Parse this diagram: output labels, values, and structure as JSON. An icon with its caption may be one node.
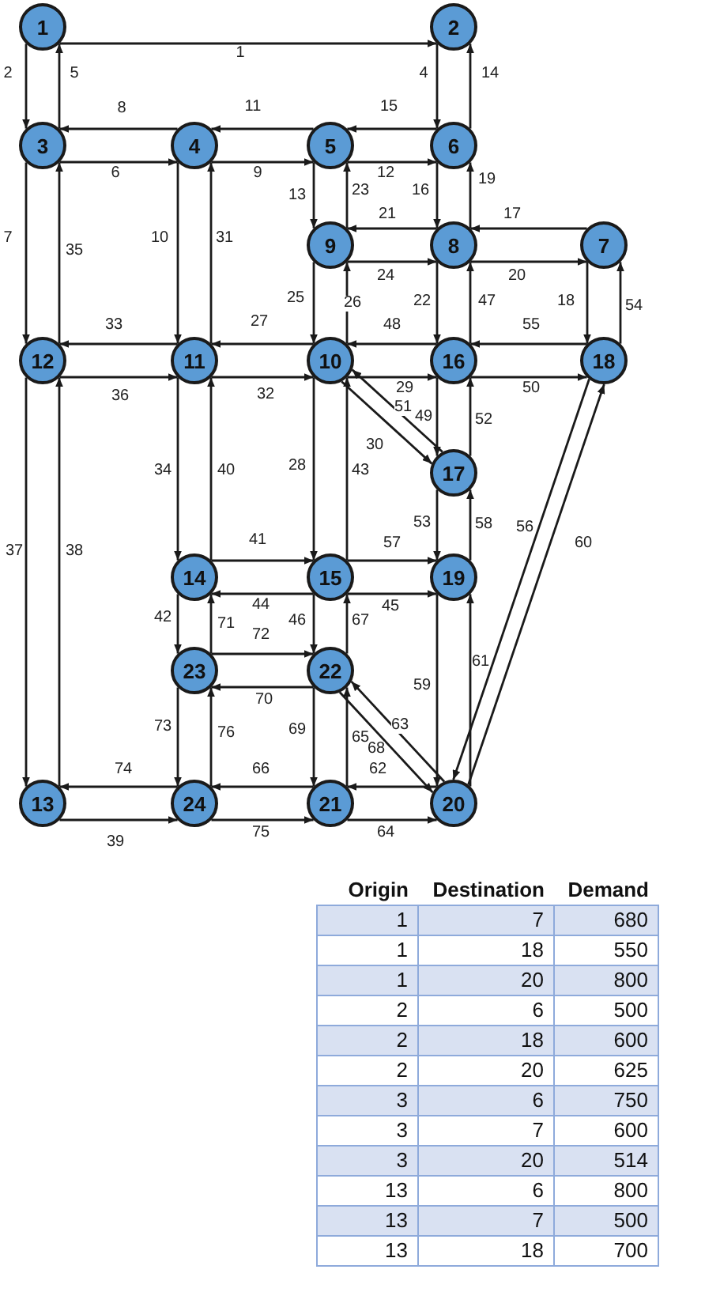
{
  "diagram": {
    "nodes": [
      {
        "text": [
          "1"
        ]
      },
      {
        "text": [
          "2"
        ]
      },
      {
        "text": [
          "3"
        ]
      },
      {
        "text": [
          "4"
        ]
      },
      {
        "text": [
          "5"
        ]
      },
      {
        "text": [
          "6"
        ]
      },
      {
        "text": [
          "9"
        ]
      },
      {
        "text": [
          "8"
        ]
      },
      {
        "text": [
          "7"
        ]
      },
      {
        "text": [
          "12"
        ]
      },
      {
        "text": [
          "11"
        ]
      },
      {
        "text": [
          "10"
        ]
      },
      {
        "text": [
          "16"
        ]
      },
      {
        "text": [
          "18"
        ]
      },
      {
        "text": [
          "17"
        ]
      },
      {
        "text": [
          "14"
        ]
      },
      {
        "text": [
          "15"
        ]
      },
      {
        "text": [
          "19"
        ]
      },
      {
        "text": [
          "23"
        ]
      },
      {
        "text": [
          "22"
        ]
      },
      {
        "text": [
          "13"
        ]
      },
      {
        "text": [
          "24"
        ]
      },
      {
        "text": [
          "21"
        ]
      },
      {
        "text": [
          "20"
        ]
      }
    ],
    "edges": [
      {
        "from": 0,
        "to": 1,
        "arrow": "to",
        "label": "1"
      },
      {
        "from": 0,
        "to": 2,
        "arrow": "to",
        "label": "2"
      },
      {
        "from": 1,
        "to": 5,
        "arrow": "to",
        "label": "4"
      },
      {
        "from": 2,
        "to": 0,
        "arrow": "to",
        "label": "5"
      },
      {
        "from": 2,
        "to": 3,
        "arrow": "to",
        "label": "6"
      },
      {
        "from": 2,
        "to": 9,
        "arrow": "to",
        "label": "7"
      },
      {
        "from": 3,
        "to": 2,
        "arrow": "to",
        "label": "8"
      },
      {
        "from": 3,
        "to": 4,
        "arrow": "to",
        "label": "9"
      },
      {
        "from": 3,
        "to": 10,
        "arrow": "to",
        "label": "10"
      },
      {
        "from": 4,
        "to": 3,
        "arrow": "to",
        "label": "11"
      },
      {
        "from": 4,
        "to": 5,
        "arrow": "to",
        "label": "12"
      },
      {
        "from": 4,
        "to": 6,
        "arrow": "to",
        "label": "13"
      },
      {
        "from": 5,
        "to": 1,
        "arrow": "to",
        "label": "14"
      },
      {
        "from": 5,
        "to": 4,
        "arrow": "to",
        "label": "15"
      },
      {
        "from": 5,
        "to": 7,
        "arrow": "to",
        "label": "16"
      },
      {
        "from": 8,
        "to": 7,
        "arrow": "to",
        "label": "17"
      },
      {
        "from": 8,
        "to": 13,
        "arrow": "to",
        "label": "18"
      },
      {
        "from": 7,
        "to": 5,
        "arrow": "to",
        "label": "19"
      },
      {
        "from": 7,
        "to": 8,
        "arrow": "to",
        "label": "20"
      },
      {
        "from": 7,
        "to": 6,
        "arrow": "to",
        "label": "21"
      },
      {
        "from": 7,
        "to": 12,
        "arrow": "to",
        "label": "22"
      },
      {
        "from": 6,
        "to": 4,
        "arrow": "to",
        "label": "23"
      },
      {
        "from": 6,
        "to": 7,
        "arrow": "to",
        "label": "24"
      },
      {
        "from": 6,
        "to": 11,
        "arrow": "to",
        "label": "25"
      },
      {
        "from": 11,
        "to": 6,
        "arrow": "to",
        "label": "26"
      },
      {
        "from": 11,
        "to": 10,
        "arrow": "to",
        "label": "27"
      },
      {
        "from": 11,
        "to": 16,
        "arrow": "to",
        "label": "28"
      },
      {
        "from": 11,
        "to": 12,
        "arrow": "to",
        "label": "29"
      },
      {
        "from": 11,
        "to": 14,
        "arrow": "to",
        "label": "30"
      },
      {
        "from": 10,
        "to": 3,
        "arrow": "to",
        "label": "31"
      },
      {
        "from": 10,
        "to": 11,
        "arrow": "to",
        "label": "32"
      },
      {
        "from": 10,
        "to": 9,
        "arrow": "to",
        "label": "33"
      },
      {
        "from": 10,
        "to": 15,
        "arrow": "to",
        "label": "34"
      },
      {
        "from": 9,
        "to": 2,
        "arrow": "to",
        "label": "35"
      },
      {
        "from": 9,
        "to": 10,
        "arrow": "to",
        "label": "36"
      },
      {
        "from": 9,
        "to": 20,
        "arrow": "to",
        "label": "37"
      },
      {
        "from": 20,
        "to": 9,
        "arrow": "to",
        "label": "38"
      },
      {
        "from": 20,
        "to": 21,
        "arrow": "to",
        "label": "39"
      },
      {
        "from": 15,
        "to": 10,
        "arrow": "to",
        "label": "40"
      },
      {
        "from": 15,
        "to": 16,
        "arrow": "to",
        "label": "41"
      },
      {
        "from": 15,
        "to": 18,
        "arrow": "to",
        "label": "42"
      },
      {
        "from": 16,
        "to": 11,
        "arrow": "to",
        "label": "43"
      },
      {
        "from": 16,
        "to": 15,
        "arrow": "to",
        "label": "44"
      },
      {
        "from": 16,
        "to": 17,
        "arrow": "to",
        "label": "45"
      },
      {
        "from": 16,
        "to": 19,
        "arrow": "to",
        "label": "46"
      },
      {
        "from": 12,
        "to": 7,
        "arrow": "to",
        "label": "47"
      },
      {
        "from": 12,
        "to": 11,
        "arrow": "to",
        "label": "48"
      },
      {
        "from": 12,
        "to": 14,
        "arrow": "to",
        "label": "49"
      },
      {
        "from": 12,
        "to": 13,
        "arrow": "to",
        "label": "50"
      },
      {
        "from": 14,
        "to": 11,
        "arrow": "to",
        "label": "51"
      },
      {
        "from": 14,
        "to": 12,
        "arrow": "to",
        "label": "52"
      },
      {
        "from": 14,
        "to": 17,
        "arrow": "to",
        "label": "53"
      },
      {
        "from": 13,
        "to": 8,
        "arrow": "to",
        "label": "54"
      },
      {
        "from": 13,
        "to": 12,
        "arrow": "to",
        "label": "55"
      },
      {
        "from": 13,
        "to": 23,
        "arrow": "to",
        "label": "56"
      },
      {
        "from": 16,
        "to": 17,
        "arrow": "to",
        "label": "57"
      },
      {
        "from": 17,
        "to": 14,
        "arrow": "to",
        "label": "58"
      },
      {
        "from": 17,
        "to": 23,
        "arrow": "to",
        "label": "59"
      },
      {
        "from": 23,
        "to": 13,
        "arrow": "to",
        "label": "60"
      },
      {
        "from": 23,
        "to": 17,
        "arrow": "to",
        "label": "61"
      },
      {
        "from": 23,
        "to": 22,
        "arrow": "to",
        "label": "62"
      },
      {
        "from": 23,
        "to": 19,
        "arrow": "to",
        "label": "63"
      },
      {
        "from": 22,
        "to": 23,
        "arrow": "to",
        "label": "64"
      },
      {
        "from": 22,
        "to": 19,
        "arrow": "to",
        "label": "65"
      },
      {
        "from": 22,
        "to": 21,
        "arrow": "to",
        "label": "66"
      },
      {
        "from": 19,
        "to": 16,
        "arrow": "to",
        "label": "67"
      },
      {
        "from": 19,
        "to": 23,
        "arrow": "to",
        "label": "68"
      },
      {
        "from": 19,
        "to": 22,
        "arrow": "to",
        "label": "69"
      },
      {
        "from": 19,
        "to": 18,
        "arrow": "to",
        "label": "70"
      },
      {
        "from": 18,
        "to": 15,
        "arrow": "to",
        "label": "71"
      },
      {
        "from": 18,
        "to": 19,
        "arrow": "to",
        "label": "72"
      },
      {
        "from": 18,
        "to": 21,
        "arrow": "to",
        "label": "73"
      },
      {
        "from": 21,
        "to": 20,
        "arrow": "to",
        "label": "74"
      },
      {
        "from": 21,
        "to": 22,
        "arrow": "to",
        "label": "75"
      },
      {
        "from": 21,
        "to": 18,
        "arrow": "to",
        "label": "76"
      }
    ],
    "labels": [
      "Origin",
      "Destination",
      "Demand",
      "1",
      "7",
      "680",
      "1",
      "18",
      "550",
      "1",
      "20",
      "800",
      "2",
      "6",
      "500",
      "2",
      "18",
      "600",
      "2",
      "20",
      "625",
      "3",
      "6",
      "750",
      "3",
      "7",
      "600",
      "3",
      "20",
      "514",
      "13",
      "6",
      "800",
      "13",
      "7",
      "500",
      "13",
      "18",
      "700"
    ]
  }
}
